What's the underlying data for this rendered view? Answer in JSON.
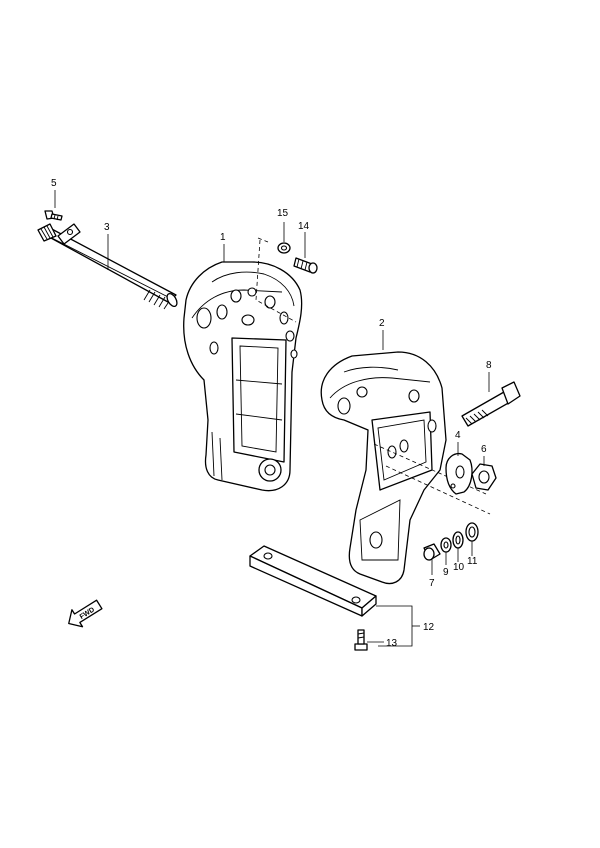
{
  "callouts": [
    {
      "id": "c1",
      "number": "1"
    },
    {
      "id": "c2",
      "number": "2"
    },
    {
      "id": "c3",
      "number": "3"
    },
    {
      "id": "c4",
      "number": "4"
    },
    {
      "id": "c5",
      "number": "5"
    },
    {
      "id": "c6",
      "number": "6"
    },
    {
      "id": "c7",
      "number": "7"
    },
    {
      "id": "c8",
      "number": "8"
    },
    {
      "id": "c9",
      "number": "9"
    },
    {
      "id": "c10",
      "number": "10"
    },
    {
      "id": "c11",
      "number": "11"
    },
    {
      "id": "c12",
      "number": "12"
    },
    {
      "id": "c13",
      "number": "13"
    },
    {
      "id": "c14",
      "number": "14"
    },
    {
      "id": "c15",
      "number": "15"
    }
  ],
  "direction_marker": {
    "text": "FWD"
  },
  "colors": {
    "line": "#000000",
    "background": "#ffffff"
  }
}
